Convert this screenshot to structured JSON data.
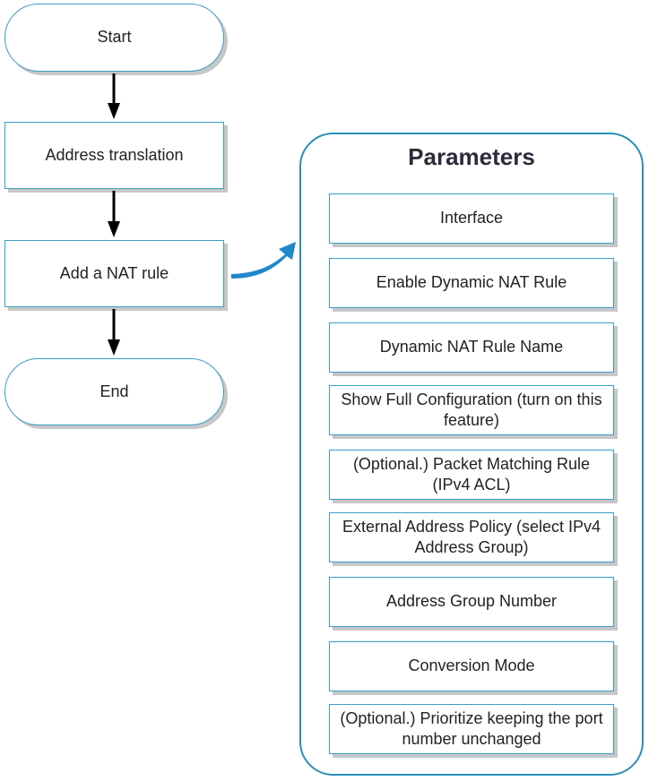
{
  "flow": {
    "start": "Start",
    "address_translation": "Address translation",
    "add_nat_rule": "Add a NAT rule",
    "end": "End"
  },
  "parameters": {
    "title": "Parameters",
    "items": [
      "Interface",
      "Enable Dynamic NAT Rule",
      "Dynamic NAT Rule Name",
      "Show Full Configuration (turn on this feature)",
      "(Optional.) Packet Matching Rule (IPv4 ACL)",
      "External Address Policy (select IPv4 Address Group)",
      "Address Group Number",
      "Conversion Mode",
      "(Optional.) Prioritize keeping the port number unchanged"
    ]
  },
  "colors": {
    "border": "#3a9fc4",
    "panel_border": "#2a8fb8",
    "arrow_black": "#000000",
    "curved_arrow_blue": "#1e88c8",
    "shadow": "#c7c7c7"
  }
}
